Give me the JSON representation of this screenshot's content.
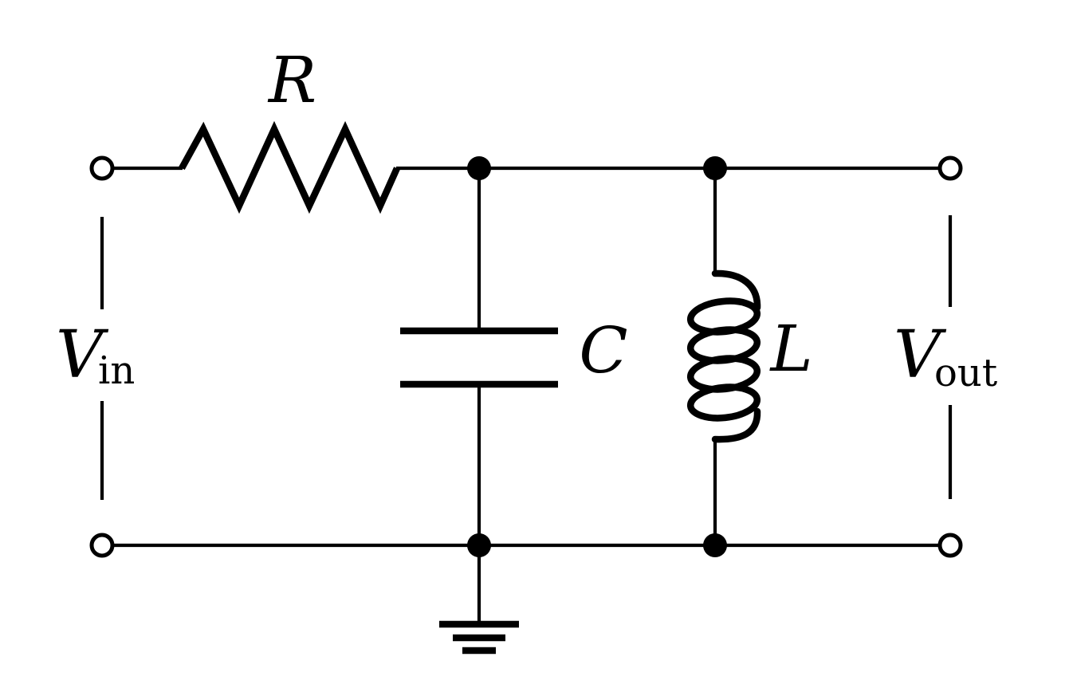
{
  "diagram": {
    "type": "circuit-schematic",
    "description": "RLC low-pass filter: series resistor, shunt capacitor to ground, shunt inductor, input and output terminal pairs",
    "colors": {
      "background": "#ffffff",
      "line": "#000000"
    },
    "components": {
      "resistor": {
        "label": "R"
      },
      "capacitor": {
        "label": "C"
      },
      "inductor": {
        "label": "L"
      },
      "input_voltage": {
        "label_main": "V",
        "label_sub": "in"
      },
      "output_voltage": {
        "label_main": "V",
        "label_sub": "out"
      }
    }
  }
}
